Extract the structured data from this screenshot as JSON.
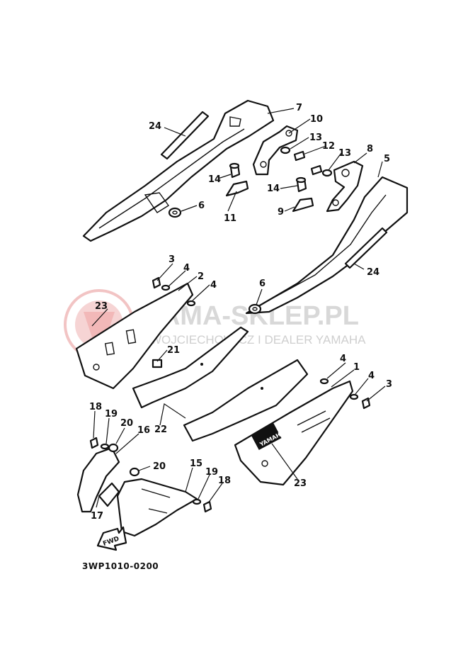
{
  "watermark": {
    "main": "YAMA-SKLEP.PL",
    "sub": "WOJCIECHOWICZ I DEALER YAMAHA",
    "logo_color": "#f2b8b8",
    "text_color": "#d8d8d8"
  },
  "diagram": {
    "code": "3WP1010-0200",
    "fwd_label": "FWD",
    "brand_label": "YAMAHA",
    "callouts": {
      "c24a": "24",
      "c7": "7",
      "c10": "10",
      "c13a": "13",
      "c12": "12",
      "c13b": "13",
      "c8": "8",
      "c5": "5",
      "c14a": "14",
      "c14b": "14",
      "c6a": "6",
      "c11": "11",
      "c9": "9",
      "c24b": "24",
      "c3a": "3",
      "c4a": "4",
      "c2": "2",
      "c4b": "4",
      "c6b": "6",
      "c23a": "23",
      "c21": "21",
      "c22": "22",
      "c4c": "4",
      "c1": "1",
      "c4d": "4",
      "c3b": "3",
      "c18a": "18",
      "c19a": "19",
      "c20a": "20",
      "c16": "16",
      "c20b": "20",
      "c15": "15",
      "c19b": "19",
      "c18b": "18",
      "c17": "17",
      "c23b": "23"
    }
  }
}
